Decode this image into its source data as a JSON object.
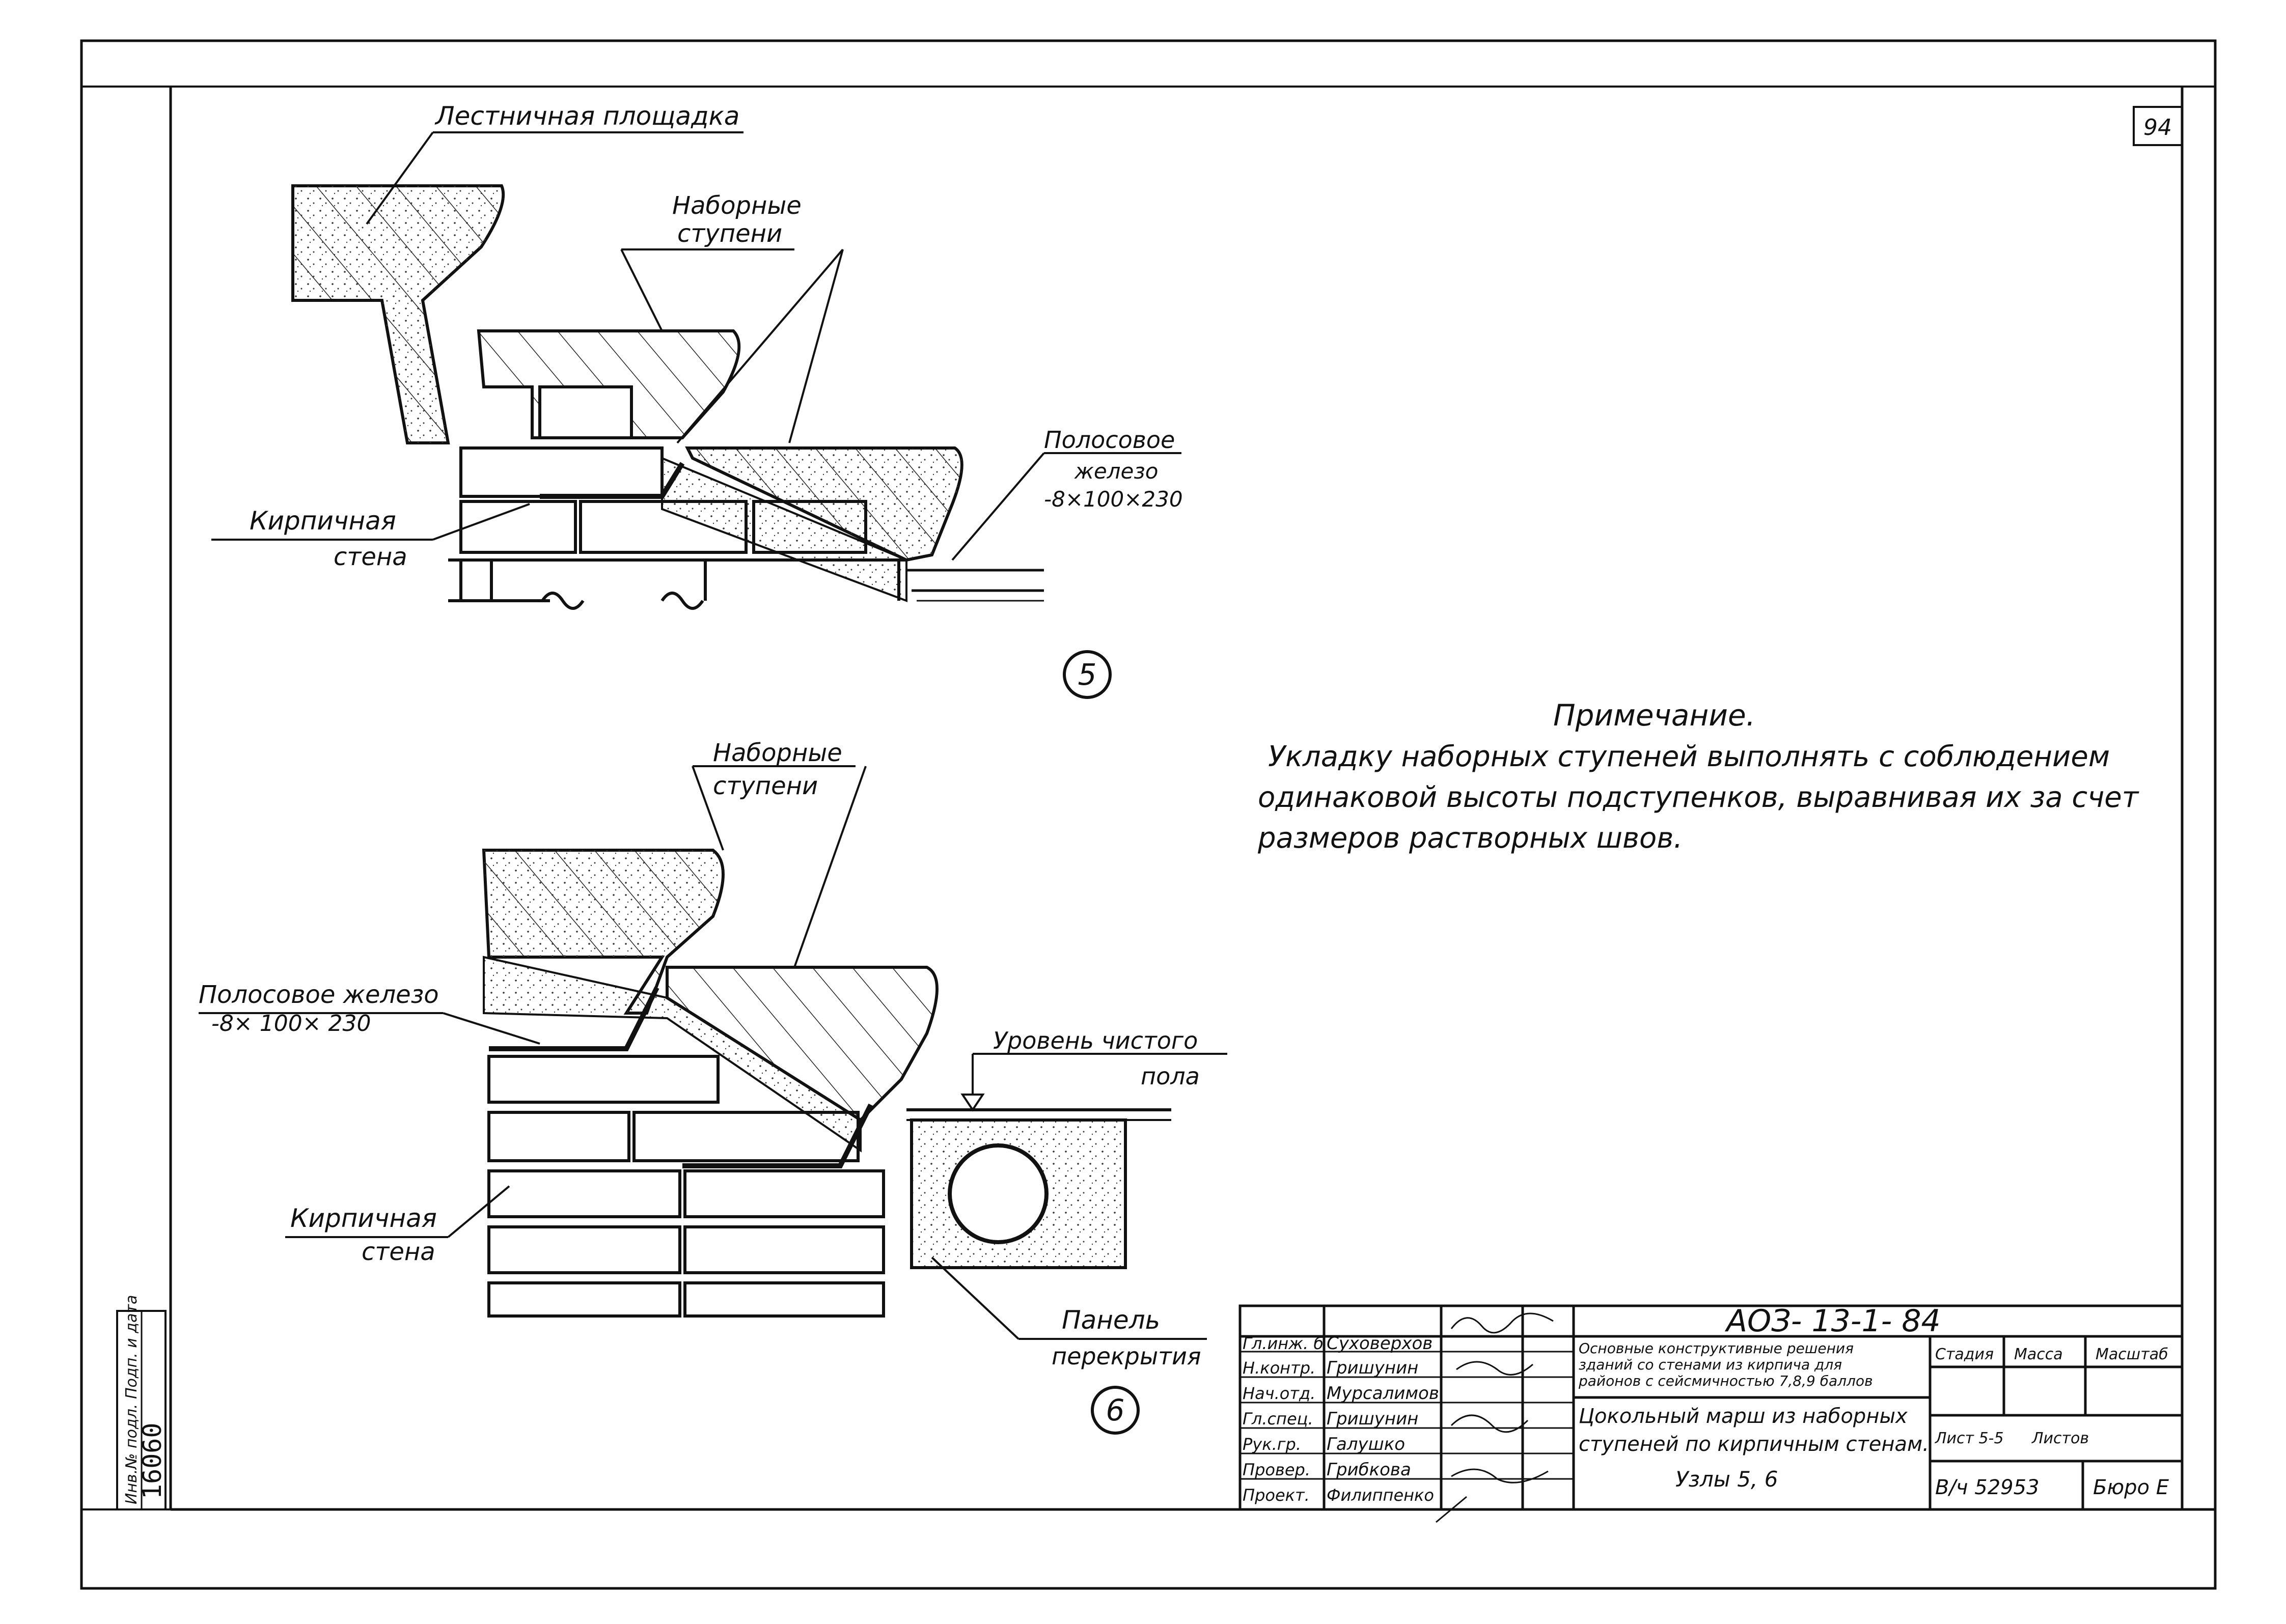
{
  "sheet": {
    "number": "94"
  },
  "node5": {
    "label_landing": "Лестничная площадка",
    "label_steps_line1": "Наборные",
    "label_steps_line2": "ступени",
    "label_strip_line1": "Полосовое",
    "label_strip_line2": "железо",
    "label_strip_line3": "-8×100×230",
    "label_wall_line1": "Кирпичная",
    "label_wall_line2": "стена",
    "number": "5"
  },
  "node6": {
    "label_steps_line1": "Наборные",
    "label_steps_line2": "ступени",
    "label_strip_line1": "Полосовое железо",
    "label_strip_line2": "-8× 100× 230",
    "label_floor_line1": "Уровень чистого",
    "label_floor_line2": "пола",
    "label_wall_line1": "Кирпичная",
    "label_wall_line2": "стена",
    "label_panel_line1": "Панель",
    "label_panel_line2": "перекрытия",
    "number": "6"
  },
  "note": {
    "title": "Примечание.",
    "line1": "Укладку наборных ступеней выполнять с соблюдением",
    "line2": "одинаковой высоты подступенков, выравнивая их за счет",
    "line3": "размеров растворных швов."
  },
  "side_stamp": {
    "label": "Инв.№ подл. Подп. и дата",
    "number": "16060"
  },
  "title_block": {
    "code": "АОЗ- 13-1- 84",
    "roles": [
      "Гл.инж. б",
      "Н.контр.",
      "Нач.отд.",
      "Гл.спец.",
      "Рук.гр.",
      "Провер.",
      "Проект."
    ],
    "names": [
      "Суховерхов",
      "Гришунин",
      "Мурсалимов",
      "Гришунин",
      "Галушко",
      "Грибкова",
      "Филиппенко"
    ],
    "description_line1": "Основные конструктивные решения",
    "description_line2": "зданий со стенами из кирпича для",
    "description_line3": "районов с сейсмичностью 7,8,9 баллов",
    "sheet_title_line1": "Цокольный марш из наборных",
    "sheet_title_line2": "ступеней по кирпичным стенам.",
    "sheet_title_line3": "Узлы 5, 6",
    "col_stage": "Стадия",
    "col_mass": "Масса",
    "col_scale": "Масштаб",
    "sheet_label": "Лист 5-5",
    "sheets_label": "Листов",
    "order": "В/ч 52953",
    "bureau": "Бюро Е"
  }
}
